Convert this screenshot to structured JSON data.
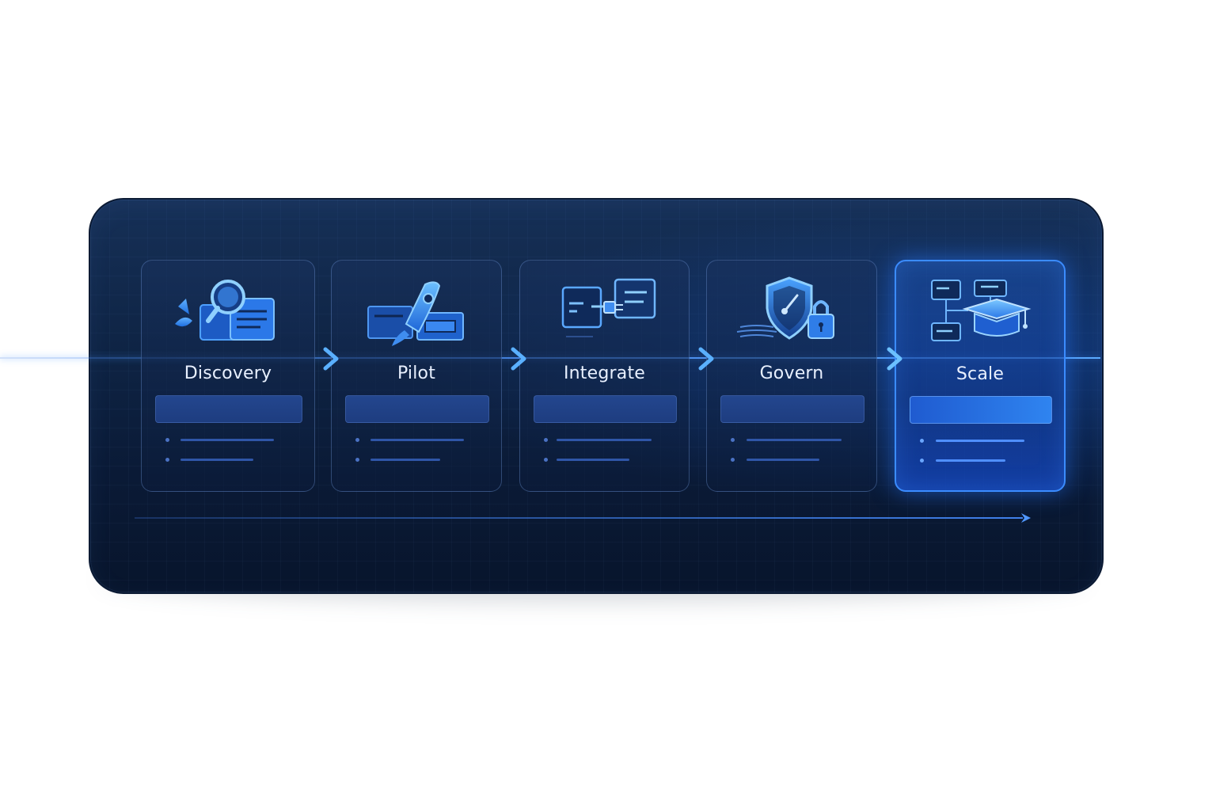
{
  "stages": [
    {
      "label": "Discovery",
      "icon": "magnifier-document-icon"
    },
    {
      "label": "Pilot",
      "icon": "rocket-icon"
    },
    {
      "label": "Integrate",
      "icon": "connector-icon"
    },
    {
      "label": "Govern",
      "icon": "shield-lock-icon"
    },
    {
      "label": "Scale",
      "icon": "graduation-cap-network-icon"
    }
  ],
  "active_stage": "Scale",
  "colors": {
    "accent": "#3b8cff",
    "panel": "#0f2546",
    "text": "#e8f0ff"
  }
}
